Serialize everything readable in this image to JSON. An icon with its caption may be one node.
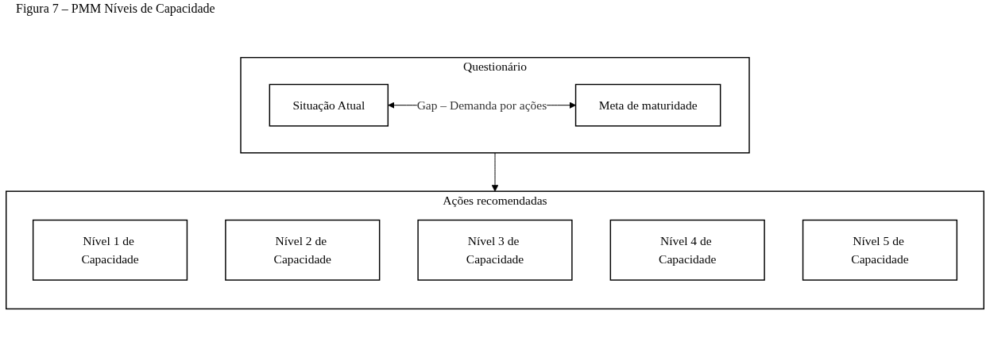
{
  "diagram": {
    "title": "Figura 7 – PMM Níveis de Capacidade",
    "nodes": [
      {
        "text": [
          "Questionário"
        ]
      },
      {
        "text": [
          "Situação Atual"
        ],
        "in": 0
      },
      {
        "text": [
          "Meta de maturidade"
        ],
        "in": 0
      },
      {
        "text": [
          "Ações recomendadas"
        ]
      },
      {
        "text": [
          "Nível 1 de Capacidade"
        ],
        "in": 3
      },
      {
        "text": [
          "Nível 2 de Capacidade"
        ],
        "in": 3
      },
      {
        "text": [
          "Nível 3 de Capacidade"
        ],
        "in": 3
      },
      {
        "text": [
          "Nível 4 de Capacidade"
        ],
        "in": 3
      },
      {
        "text": [
          "Nível 5 de Capacidade"
        ],
        "in": 3
      }
    ],
    "edges": [
      {
        "from": 1,
        "to": 2,
        "arrow": "both",
        "label": "Gap – Demanda por ações"
      },
      {
        "from": 0,
        "to": 3,
        "arrow": "to"
      }
    ]
  }
}
